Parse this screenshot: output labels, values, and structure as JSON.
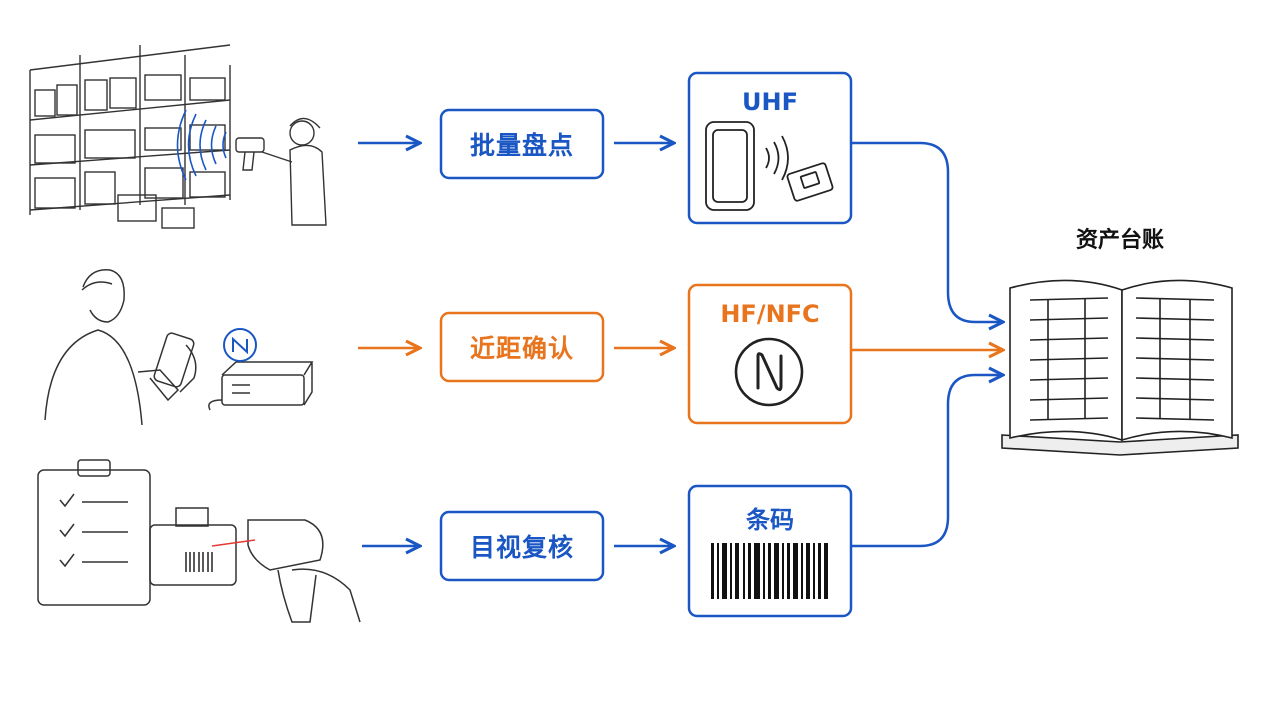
{
  "colors": {
    "blue": "#1a56c4",
    "orange": "#e8741e",
    "ink": "#222222"
  },
  "rows": [
    {
      "scenario_icon": "warehouse-uhf-scan-icon",
      "step_label": "批量盘点",
      "tech_label": "UHF",
      "tech_icon": "uhf-reader-tag-icon",
      "color": "#1a56c4"
    },
    {
      "scenario_icon": "phone-nfc-tap-icon",
      "step_label": "近距确认",
      "tech_label": "HF/NFC",
      "tech_icon": "nfc-symbol-icon",
      "color": "#e8741e"
    },
    {
      "scenario_icon": "clipboard-barcode-scan-icon",
      "step_label": "目视复核",
      "tech_label": "条码",
      "tech_icon": "barcode-icon",
      "color": "#1a56c4"
    }
  ],
  "ledger": {
    "title": "资产台账",
    "icon": "ledger-book-icon"
  }
}
